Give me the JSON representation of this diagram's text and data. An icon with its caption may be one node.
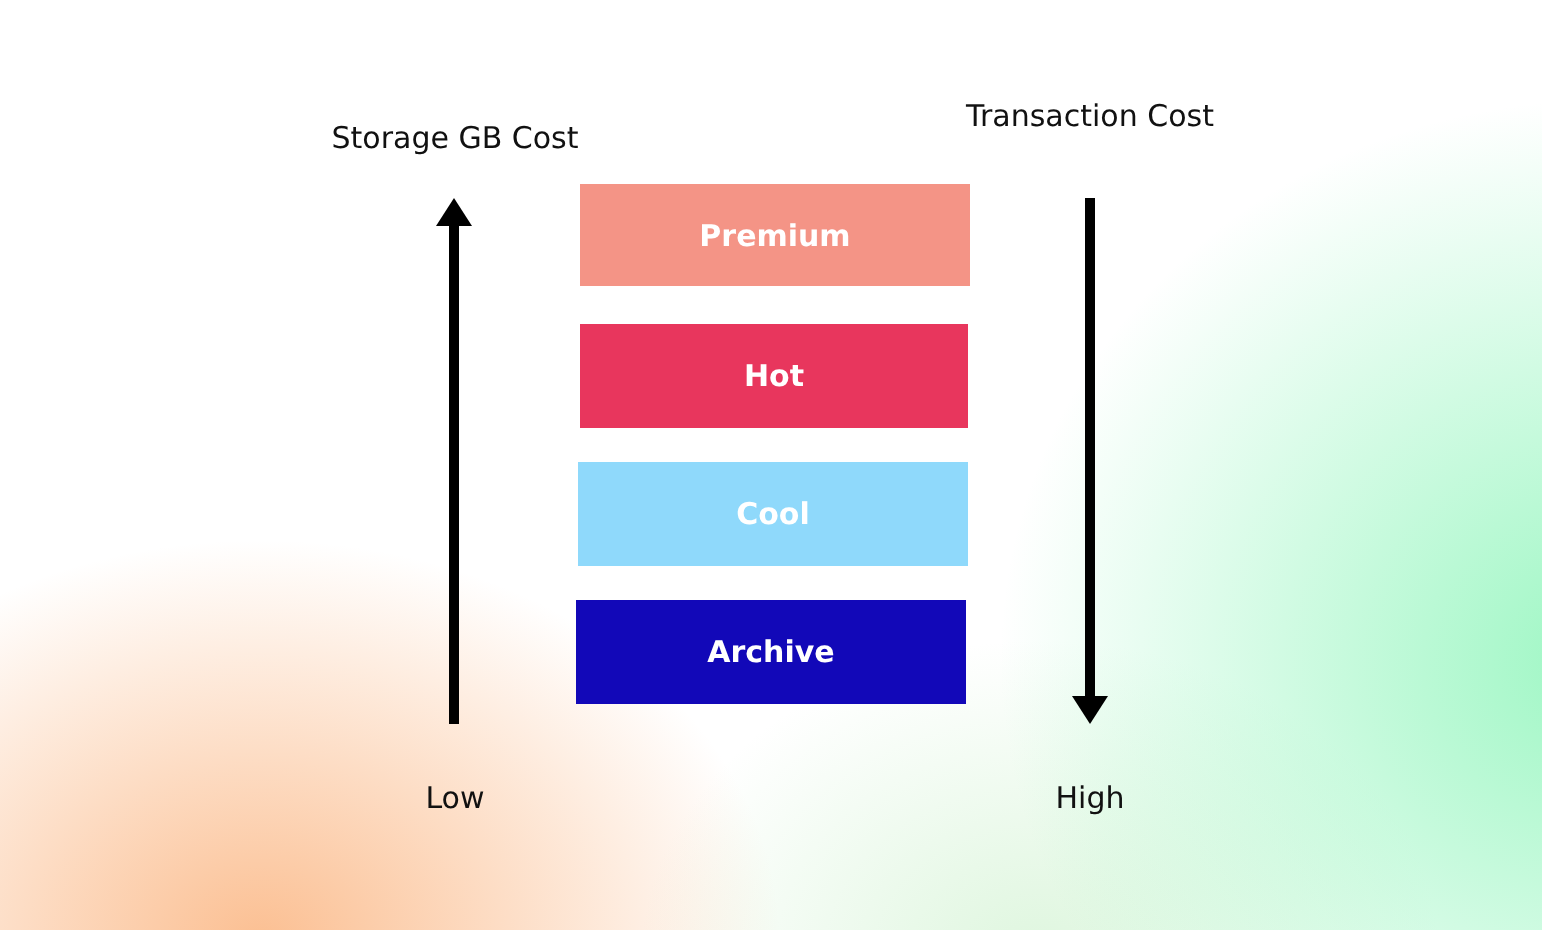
{
  "diagram": {
    "nodes": [
      {
        "text": [
          "Premium"
        ]
      },
      {
        "text": [
          "Hot"
        ]
      },
      {
        "text": [
          "Cool"
        ]
      },
      {
        "text": [
          "Archive"
        ]
      }
    ],
    "labels": [
      "Storage GB Cost",
      "Transaction Cost",
      "Low",
      "High"
    ]
  }
}
